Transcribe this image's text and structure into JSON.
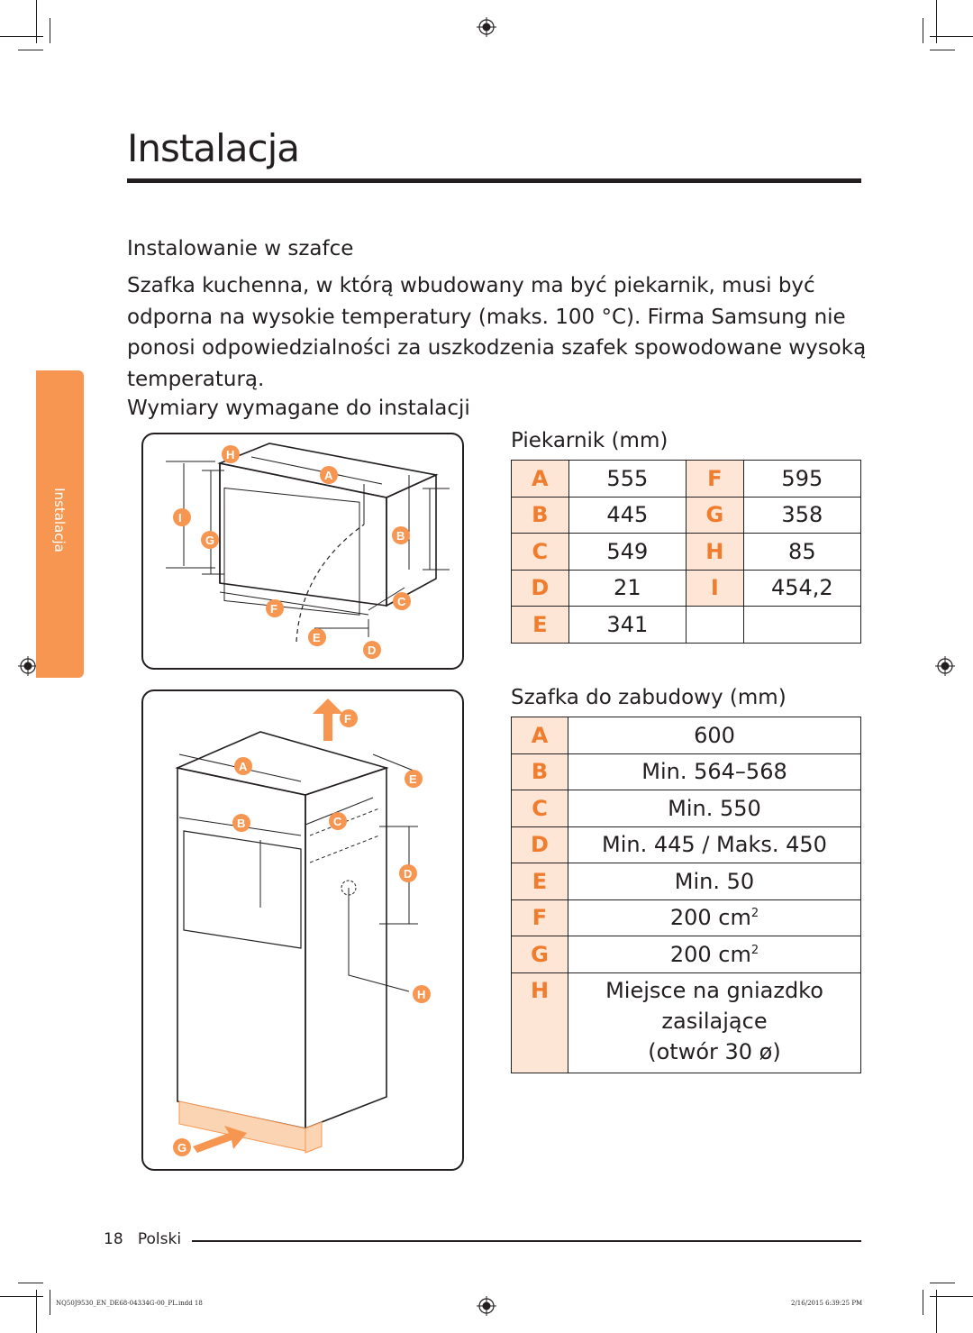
{
  "page_title": "Instalacja",
  "side_tab_label": "Instalacja",
  "section_heading": "Instalowanie w szafce",
  "intro_text": "Szafka kuchenna, w którą wbudowany ma być piekarnik, musi być odporna na wysokie temperatury (maks. 100 °C). Firma Samsung nie ponosi odpowiedzialności za uszkodzenia szafek spowodowane wysoką temperaturą.",
  "dimensions_heading": "Wymiary wymagane do instalacji",
  "oven_table": {
    "caption": "Piekarnik (mm)",
    "rows": [
      {
        "k1": "A",
        "v1": "555",
        "k2": "F",
        "v2": "595"
      },
      {
        "k1": "B",
        "v1": "445",
        "k2": "G",
        "v2": "358"
      },
      {
        "k1": "C",
        "v1": "549",
        "k2": "H",
        "v2": "85"
      },
      {
        "k1": "D",
        "v1": "21",
        "k2": "I",
        "v2": "454,2"
      },
      {
        "k1": "E",
        "v1": "341",
        "k2": "",
        "v2": ""
      }
    ]
  },
  "cabinet_table": {
    "caption": "Szafka do zabudowy (mm)",
    "rows": [
      {
        "k": "A",
        "v": "600"
      },
      {
        "k": "B",
        "v": "Min. 564–568"
      },
      {
        "k": "C",
        "v": "Min. 550"
      },
      {
        "k": "D",
        "v": "Min. 445 / Maks. 450"
      },
      {
        "k": "E",
        "v": "Min. 50"
      },
      {
        "k": "F",
        "v": "200 cm",
        "sup": "2"
      },
      {
        "k": "G",
        "v": "200 cm",
        "sup": "2"
      },
      {
        "k": "H",
        "v1": "Miejsce na gniazdko",
        "v2": "zasilające",
        "v3": "(otwór 30 ø)"
      }
    ]
  },
  "oven_diagram_labels": [
    "H",
    "A",
    "I",
    "G",
    "B",
    "C",
    "F",
    "E",
    "D"
  ],
  "cabinet_diagram_labels": [
    "F",
    "A",
    "E",
    "B",
    "C",
    "D",
    "H",
    "G"
  ],
  "footer": {
    "page_number": "18",
    "language": "Polski"
  },
  "print_slug": "NQ50J9530_EN_DE68-04334G-00_PL.indd   18",
  "print_date": "2/16/2015   6:39:25 PM",
  "colors": {
    "accent": "#f79651",
    "key_text": "#f07d2e",
    "key_bg": "#fde6d6",
    "text": "#231f20"
  }
}
